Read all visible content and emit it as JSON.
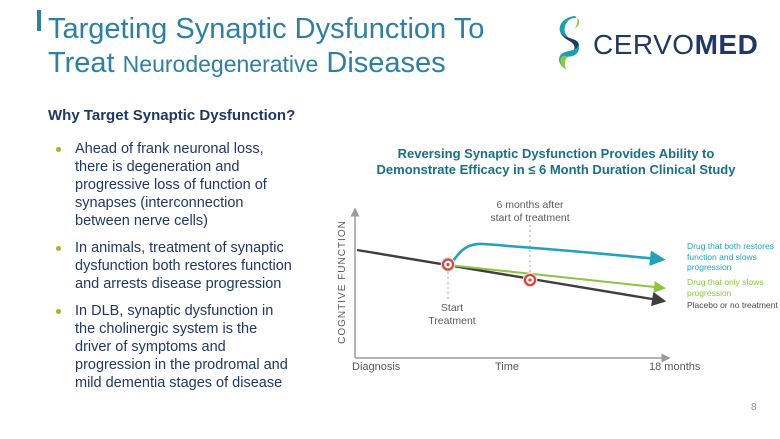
{
  "slide": {
    "title": {
      "line1": "Targeting Synaptic Dysfunction To",
      "line2_start": "Treat ",
      "line2_emphasis": "Neurodegenerative",
      "line2_end": " Diseases"
    },
    "accent_color": "#2E7FA0",
    "page_number": "8"
  },
  "logo": {
    "icon": "seahorse-icon",
    "text_regular": "CERVO",
    "text_bold": "MED",
    "color": "#1F3864"
  },
  "left_panel": {
    "heading": "Why Target Synaptic Dysfunction?",
    "bullets": [
      "Ahead of frank neuronal loss, there is degeneration and progressive loss of function of synapses (interconnection between nerve cells)",
      "In animals, treatment of synaptic dysfunction both restores function and arrests disease progression",
      "In DLB, synaptic dysfunction in the cholinergic system is the driver of symptoms and progression in the prodromal and mild dementia stages of disease"
    ]
  },
  "figure": {
    "title": "Reversing Synaptic Dysfunction Provides Ability to\nDemonstrate Efficacy in ≤ 6 Month Duration Clinical Study",
    "y_axis_label": "COGNTIVE FUNCTION",
    "x_tick_left": "Diagnosis",
    "x_tick_mid": "Time",
    "x_tick_right": "18 months",
    "annotation_six_months": "6 months after\nstart of treatment",
    "annotation_start_treatment": "Start\nTreatment",
    "legend_restore": "Drug that both restores function and slows progression",
    "legend_slow": "Drug that only slows progression",
    "legend_placebo": "Placebo or no treatment",
    "colors": {
      "restore_line": "#21A2B9",
      "slow_line": "#8CC63E",
      "placebo_line": "#3F3F3F",
      "axis": "#9B9B9B",
      "marker_ring": "#D9453A"
    }
  },
  "chart_data": {
    "type": "line",
    "title": "Reversing Synaptic Dysfunction Provides Ability to Demonstrate Efficacy in ≤ 6 Month Duration Clinical Study",
    "xlabel": "Time",
    "ylabel": "COGNTIVE FUNCTION",
    "x_ticks": [
      "Diagnosis",
      "Time",
      "18 months"
    ],
    "x_unit": "months from diagnosis (conceptual)",
    "y_unit": "relative cognitive function (conceptual, unlabeled)",
    "grid": false,
    "legend_position": "right of line ends",
    "annotations": [
      {
        "text": "Start Treatment",
        "x": 5.3,
        "marker": "red ring circle on placebo line"
      },
      {
        "text": "6 months after start of treatment",
        "x": 9.9,
        "marker": "red ring circle on placebo line"
      }
    ],
    "series": [
      {
        "name": "Placebo or no treatment",
        "color": "#3F3F3F",
        "points": [
          [
            0,
            80
          ],
          [
            5.3,
            66
          ],
          [
            9.9,
            58
          ],
          [
            18,
            42
          ]
        ],
        "shape": "straight steady decline from diagnosis, arrow at end"
      },
      {
        "name": "Drug that only slows progression",
        "color": "#8CC63E",
        "points": [
          [
            5.3,
            66
          ],
          [
            18,
            51
          ]
        ],
        "shape": "branches at treatment start with shallower decline, arrow at end"
      },
      {
        "name": "Drug that both restores function and slows progression",
        "color": "#21A2B9",
        "points": [
          [
            5.3,
            66
          ],
          [
            7.5,
            79
          ],
          [
            18,
            70
          ]
        ],
        "shape": "rises sharply after treatment start then gentle decline, arrow at end"
      }
    ]
  }
}
